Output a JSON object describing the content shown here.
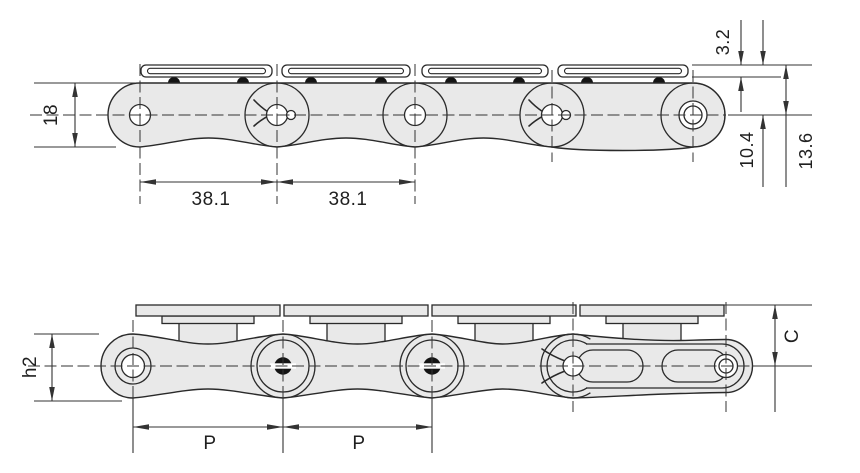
{
  "colors": {
    "background": "#ffffff",
    "outline": "#2a2a2a",
    "link_fill": "#e9e9e9",
    "plate_fill": "#ffffff",
    "pin_fill": "#141414",
    "dim_color": "#333333",
    "text_color": "#1f1f1f"
  },
  "top_view": {
    "dims": {
      "height": "18",
      "pitch_a": "38.1",
      "pitch_b": "38.1",
      "plate_thickness": "3.2",
      "centerline_to_plate_bottom": "10.4",
      "centerline_to_plate_top": "13.6"
    }
  },
  "bottom_view": {
    "dims": {
      "height": "h2",
      "pitch_a": "P",
      "pitch_b": "P",
      "centerline_to_plate_top": "C"
    }
  }
}
